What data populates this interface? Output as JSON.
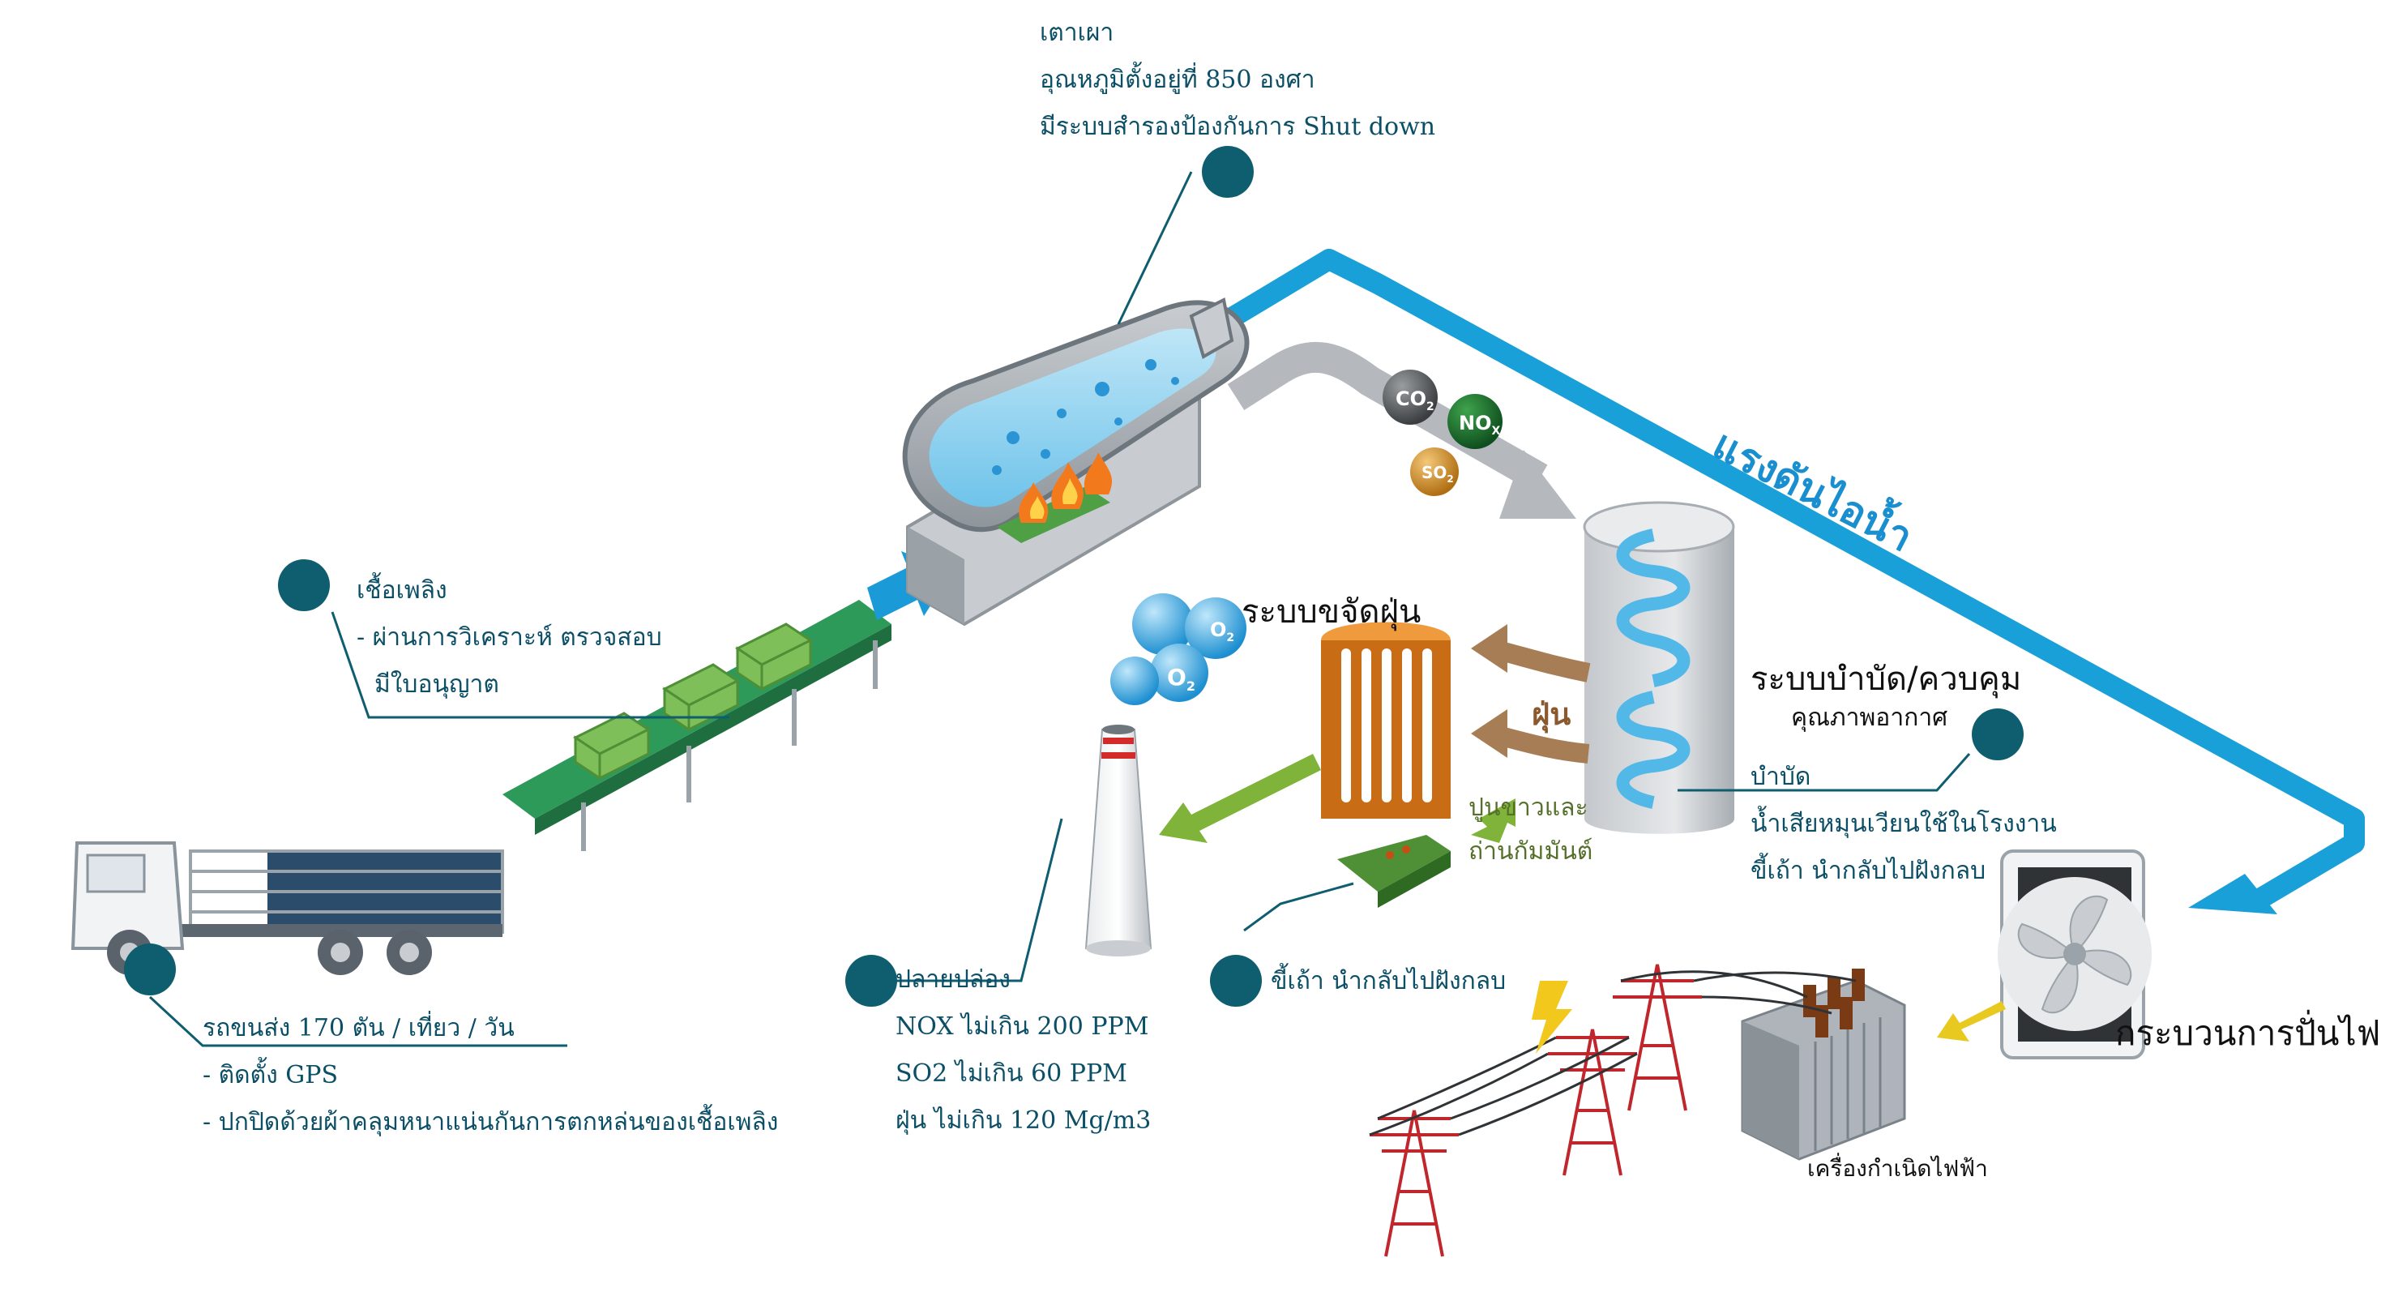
{
  "colors": {
    "marker": "#0e5e6f",
    "text": "#0b4f66",
    "steam_pipe": "#1aa0d8",
    "arrow_green": "#7fb33a",
    "gas_arrow": "#b5b9bd",
    "dust_arrow": "#a77d55",
    "conveyor": "#2e9a5a",
    "fuel": "#7fbf5a",
    "collector": "#e07d1a"
  },
  "boiler": {
    "icon": "marker-dot",
    "lines": [
      "เตาเผา",
      "อุณหภูมิตั้งอยู่ที่ 850 องศา",
      "มีระบบสำรองป้องกันการ Shut down"
    ]
  },
  "fuel": {
    "icon": "marker-dot",
    "lines": [
      "เชื้อเพลิง",
      "- ผ่านการวิเคราะห์ ตรวจสอบ",
      "มีใบอนุญาต"
    ]
  },
  "truck": {
    "icon": "marker-dot",
    "lines": [
      "รถขนส่ง 170 ตัน / เที่ยว / วัน",
      "- ติดตั้ง GPS",
      "- ปกปิดด้วยผ้าคลุมหนาแน่นกันการตกหล่นของเชื้อเพลิง"
    ]
  },
  "stack": {
    "icon": "marker-dot",
    "lines": [
      "ปลายปล่อง",
      "NOX ไม่เกิน 200 PPM",
      "SO2 ไม่เกิน  60 PPM",
      "ฝุ่น ไม่เกิน 120 Mg/m3"
    ]
  },
  "ash": {
    "icon": "marker-dot",
    "label": "ขี้เถ้า นำกลับไปฝังกลบ"
  },
  "treatment": {
    "icon": "marker-dot",
    "title": "ระบบบำบัด/ควบคุม",
    "subtitle": "คุณภาพอากาศ",
    "lines": [
      "บำบัด",
      "น้ำเสียหมุนเวียนใช้ในโรงงาน",
      "ขี้เถ้า นำกลับไปฝังกลบ"
    ]
  },
  "dust_system": {
    "title": "ระบบขจัดฝุ่น"
  },
  "dust_label": "ฝุ่น",
  "lime": {
    "lines": [
      "ปูนขาวและ",
      "ถ่านกัมมันต์"
    ]
  },
  "steam": {
    "label": "แรงดันไอน้ำ"
  },
  "turbine": {
    "label": "กระบวนการปั่นไฟ",
    "icon": "fan-icon"
  },
  "generator": {
    "label": "เครื่องกำเนิดไฟฟ้า"
  },
  "gases": {
    "co2": {
      "main": "CO",
      "sub": "2"
    },
    "nox": {
      "main": "NO",
      "sub": "X"
    },
    "so2": {
      "main": "SO",
      "sub": "2"
    },
    "o2": {
      "main": "O",
      "sub": "2"
    }
  }
}
